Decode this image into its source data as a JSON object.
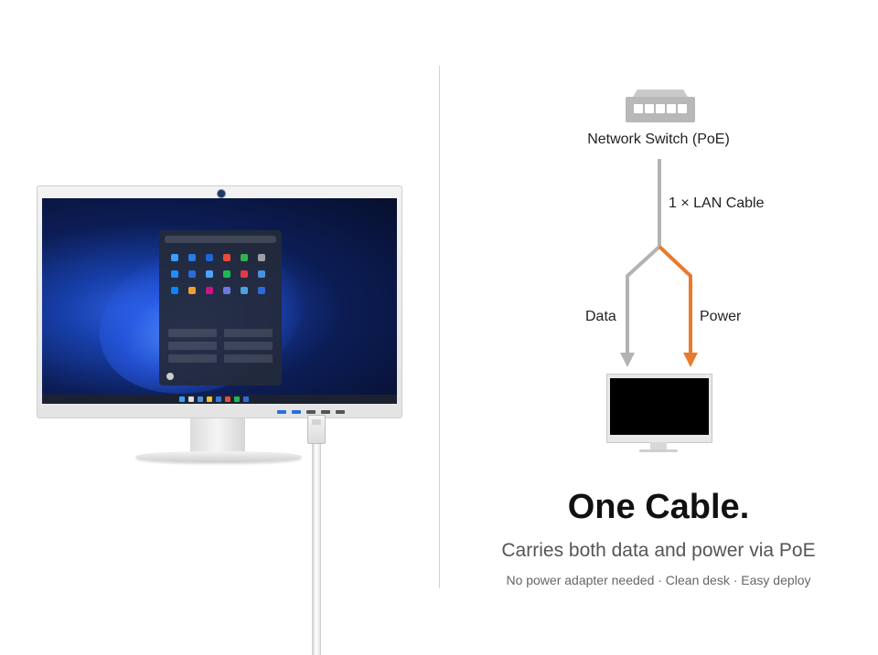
{
  "diagram": {
    "switch_label": "Network Switch (PoE)",
    "cable_label": "1 × LAN Cable",
    "data_label": "Data",
    "power_label": "Power",
    "data_color": "#b3b3b3",
    "power_color": "#e97a2c"
  },
  "headline": "One Cable.",
  "subline": "Carries both data and power via PoE",
  "footnote": "No power adapter needed · Clean desk · Easy deploy",
  "icons": [
    "network-switch-icon",
    "all-in-one-pc-image",
    "monitor-icon"
  ]
}
